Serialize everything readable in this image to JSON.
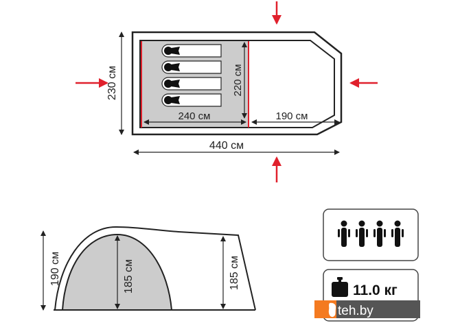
{
  "top_view": {
    "width_label": "230 см",
    "inner_width_label": "220 см",
    "inner_length_label": "240 см",
    "vestibule_length_label": "190 см",
    "total_length_label": "440 см",
    "sleeping_places": 4
  },
  "side_view": {
    "total_height_label": "190 см",
    "inner_height_label": "185 см",
    "vestibule_height_label": "185 см"
  },
  "specs": {
    "capacity_persons": 4,
    "weight_label": "11.0 кг"
  },
  "watermark": {
    "text": "teh.by"
  },
  "colors": {
    "accent": "#e0202c",
    "inner": "#cccccc",
    "outline": "#222222",
    "watermark_orange": "#f47a20",
    "watermark_grey": "#555555"
  }
}
